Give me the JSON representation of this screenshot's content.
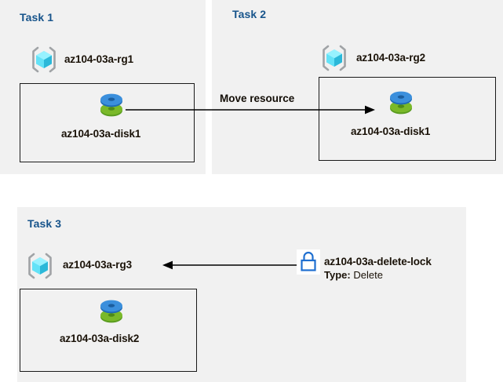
{
  "diagram": {
    "title": "Azure resource group tasks diagram",
    "background_color": "#ffffff",
    "panel_color": "#f1f1f1",
    "task_label_color": "#17548b",
    "line_color": "#000000"
  },
  "panels": [
    {
      "id": "task1",
      "label": "Task 1"
    },
    {
      "id": "task2",
      "label": "Task 2"
    },
    {
      "id": "task3",
      "label": "Task 3"
    }
  ],
  "task1": {
    "label": "Task 1",
    "resource_group": {
      "name": "az104-03a-rg1",
      "icon": "resource-group-icon"
    },
    "disk": {
      "name": "az104-03a-disk1",
      "icon": "managed-disk-icon"
    }
  },
  "task2": {
    "label": "Task 2",
    "resource_group": {
      "name": "az104-03a-rg2",
      "icon": "resource-group-icon"
    },
    "disk": {
      "name": "az104-03a-disk1",
      "icon": "managed-disk-icon"
    }
  },
  "task3": {
    "label": "Task 3",
    "resource_group": {
      "name": "az104-03a-rg3",
      "icon": "resource-group-icon"
    },
    "disk": {
      "name": "az104-03a-disk2",
      "icon": "managed-disk-icon"
    },
    "lock": {
      "name": "az104-03a-delete-lock",
      "icon": "lock-icon",
      "type_label": "Type:",
      "type_value": "Delete"
    }
  },
  "connectors": {
    "move_resource": {
      "label": "Move resource",
      "direction": "right",
      "from": "az104-03a-disk1 (Task 1)",
      "to": "az104-03a-disk1 (Task 2)"
    },
    "lock_applies_to": {
      "label": "",
      "direction": "left",
      "from": "az104-03a-delete-lock",
      "to": "az104-03a-rg3"
    }
  }
}
